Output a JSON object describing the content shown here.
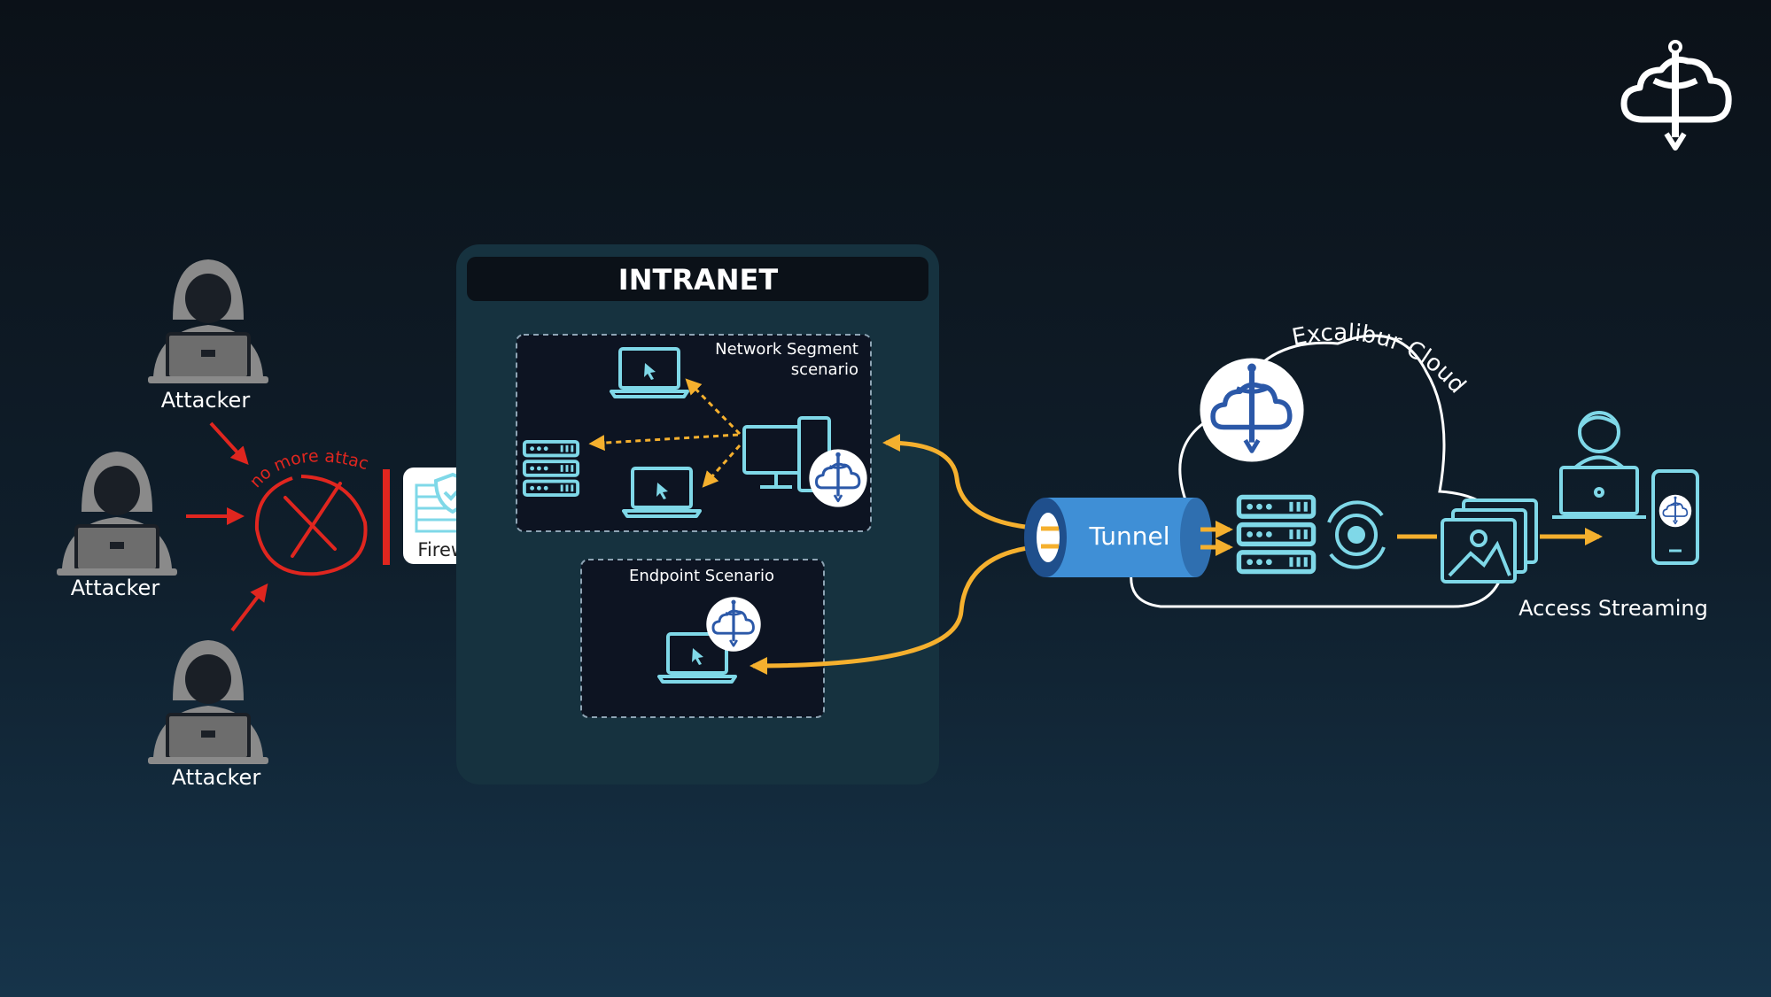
{
  "colors": {
    "background_top": "#0b1118",
    "background_bottom": "#16344a",
    "intranet_panel": "#16323f",
    "scenario_box": "#0d1422",
    "cyan_icon": "#7fd8e8",
    "attack_red": "#e0261f",
    "tunnel_flow": "#f5b02e",
    "tunnel_blue": "#3f8fd6",
    "hacker_gray": "#8a8a8a"
  },
  "attackers": [
    {
      "label": "Attacker",
      "icon": "hacker-icon"
    },
    {
      "label": "Attacker",
      "icon": "hacker-icon"
    },
    {
      "label": "Attacker",
      "icon": "hacker-icon"
    }
  ],
  "block": {
    "annotation": "no more attack",
    "icon": "cross-mark-icon"
  },
  "firewall": {
    "label": "Firewall",
    "icon": "firewall-shield-icon"
  },
  "intranet": {
    "title": "INTRANET",
    "network_segment": {
      "title_line1": "Network Segment",
      "title_line2": "scenario"
    },
    "endpoint": {
      "title": "Endpoint Scenario"
    }
  },
  "tunnel": {
    "label": "Tunnel"
  },
  "cloud": {
    "label": "Excalibur Cloud",
    "logo_icon": "excalibur-sword-cloud-icon"
  },
  "access": {
    "label": "Access Streaming"
  },
  "brand_logo": {
    "icon": "excalibur-logo-icon"
  }
}
